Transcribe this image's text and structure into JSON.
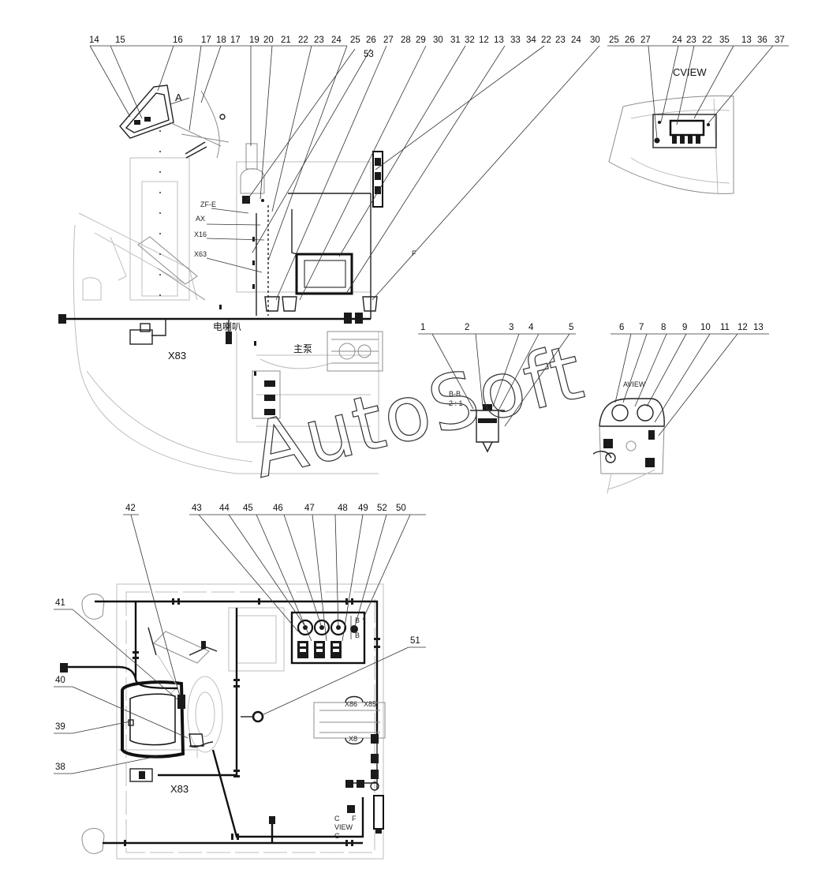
{
  "callouts_top": [
    {
      "id": "c14",
      "text": "14"
    },
    {
      "id": "c15",
      "text": "15"
    },
    {
      "id": "c16",
      "text": "16"
    },
    {
      "id": "c17a",
      "text": "17"
    },
    {
      "id": "c18",
      "text": "18"
    },
    {
      "id": "c17b",
      "text": "17"
    },
    {
      "id": "c19",
      "text": "19"
    },
    {
      "id": "c20",
      "text": "20"
    },
    {
      "id": "c21",
      "text": "21"
    },
    {
      "id": "c22",
      "text": "22"
    },
    {
      "id": "c23",
      "text": "23"
    },
    {
      "id": "c24",
      "text": "24"
    },
    {
      "id": "c25",
      "text": "25"
    },
    {
      "id": "c26",
      "text": "26"
    },
    {
      "id": "c27",
      "text": "27"
    },
    {
      "id": "c28",
      "text": "28"
    },
    {
      "id": "c29",
      "text": "29"
    },
    {
      "id": "c30",
      "text": "30"
    },
    {
      "id": "c31",
      "text": "31"
    },
    {
      "id": "c32",
      "text": "32"
    },
    {
      "id": "c12",
      "text": "12"
    },
    {
      "id": "c13",
      "text": "13"
    },
    {
      "id": "c33",
      "text": "33"
    },
    {
      "id": "c34",
      "text": "34"
    },
    {
      "id": "c22b",
      "text": "22"
    },
    {
      "id": "c23b",
      "text": "23"
    },
    {
      "id": "c24b",
      "text": "24"
    },
    {
      "id": "c30b",
      "text": "30"
    }
  ],
  "callout_53": "53",
  "cview_callouts": [
    {
      "text": "25"
    },
    {
      "text": "26"
    },
    {
      "text": "27"
    },
    {
      "text": "24"
    },
    {
      "text": "23"
    },
    {
      "text": "22"
    },
    {
      "text": "35"
    },
    {
      "text": "13"
    },
    {
      "text": "36"
    },
    {
      "text": "37"
    }
  ],
  "cview_title": "CVIEW",
  "section_callouts": [
    {
      "text": "1"
    },
    {
      "text": "2"
    },
    {
      "text": "3"
    },
    {
      "text": "4"
    },
    {
      "text": "5"
    }
  ],
  "section_label": "B-B",
  "section_scale": "2 : 1",
  "aview_callouts": [
    {
      "text": "6"
    },
    {
      "text": "7"
    },
    {
      "text": "8"
    },
    {
      "text": "9"
    },
    {
      "text": "10"
    },
    {
      "text": "11"
    },
    {
      "text": "12"
    },
    {
      "text": "13"
    }
  ],
  "aview_title": "AVIEW",
  "top_view_labels": {
    "view_a": "A",
    "zf_e": "ZF-E",
    "ax": "AX",
    "x16": "X16",
    "x63": "X63",
    "x83": "X83",
    "horn": "电喇叭",
    "main_pump": "主泵",
    "f_tag": "F"
  },
  "plan_callouts_top": [
    {
      "text": "42"
    },
    {
      "text": "43"
    },
    {
      "text": "44"
    },
    {
      "text": "45"
    },
    {
      "text": "46"
    },
    {
      "text": "47"
    },
    {
      "text": "48"
    },
    {
      "text": "49"
    },
    {
      "text": "52"
    },
    {
      "text": "50"
    }
  ],
  "plan_callouts_left": [
    {
      "text": "41"
    },
    {
      "text": "40"
    },
    {
      "text": "39"
    },
    {
      "text": "38"
    }
  ],
  "callout_51": "51",
  "plan_labels": {
    "x83": "X83",
    "x86": "X86",
    "x85": "X85",
    "x8": "X8",
    "b_upper": "B",
    "b_lower": "B",
    "c_view_top": "C",
    "c_view_mid": "VIEW",
    "c_view_bottom": "C",
    "f_tag": "F"
  },
  "watermark": "AutoSoft"
}
